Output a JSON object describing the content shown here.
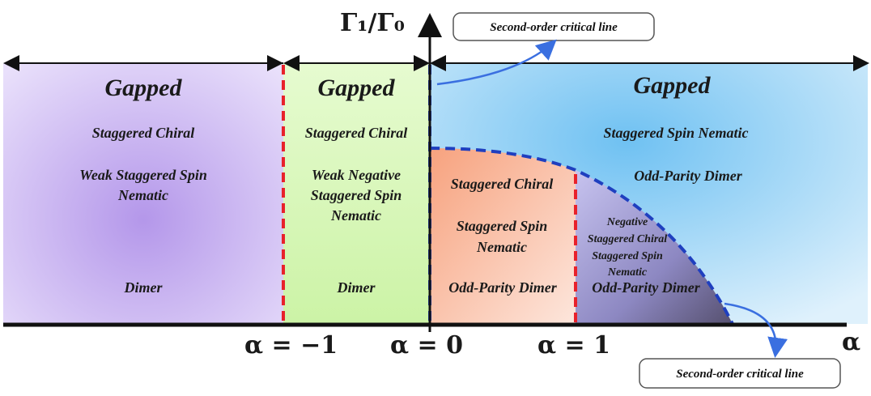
{
  "axes": {
    "y_label": "Γ₁/Γ₀",
    "x_label": "α",
    "ticks": [
      "α = −1",
      "α = 0",
      "α = 1"
    ]
  },
  "regions": {
    "left": {
      "title": "Gapped",
      "lines": [
        "Staggered Chiral",
        "Weak Staggered Spin",
        "Nematic",
        "Dimer"
      ],
      "color": "#c9b2ef"
    },
    "center_left": {
      "title": "Gapped",
      "lines": [
        "Staggered Chiral",
        "Weak Negative",
        "Staggered Spin",
        "Nematic",
        "Dimer"
      ],
      "color": "#d8f7b8"
    },
    "right": {
      "title": "Gapped",
      "lines": [
        "Staggered Spin Nematic",
        "Odd-Parity Dimer"
      ],
      "color": "#a9d9f6"
    },
    "orange": {
      "lines": [
        "Staggered Chiral",
        "Staggered Spin",
        "Nematic",
        "Odd-Parity Dimer"
      ],
      "color": "#f7b08f"
    },
    "purple": {
      "lines": [
        "Negative",
        "Staggered Chiral",
        "Staggered Spin",
        "Nematic",
        "Odd-Parity Dimer"
      ],
      "color": "#9690c8"
    }
  },
  "callouts": {
    "top": "Second-order critical line",
    "bottom": "Second-order critical line"
  },
  "colors": {
    "red_dash": "#e8212b",
    "blue_dash": "#1f3fbf",
    "arrow": "#3a6fe0"
  }
}
